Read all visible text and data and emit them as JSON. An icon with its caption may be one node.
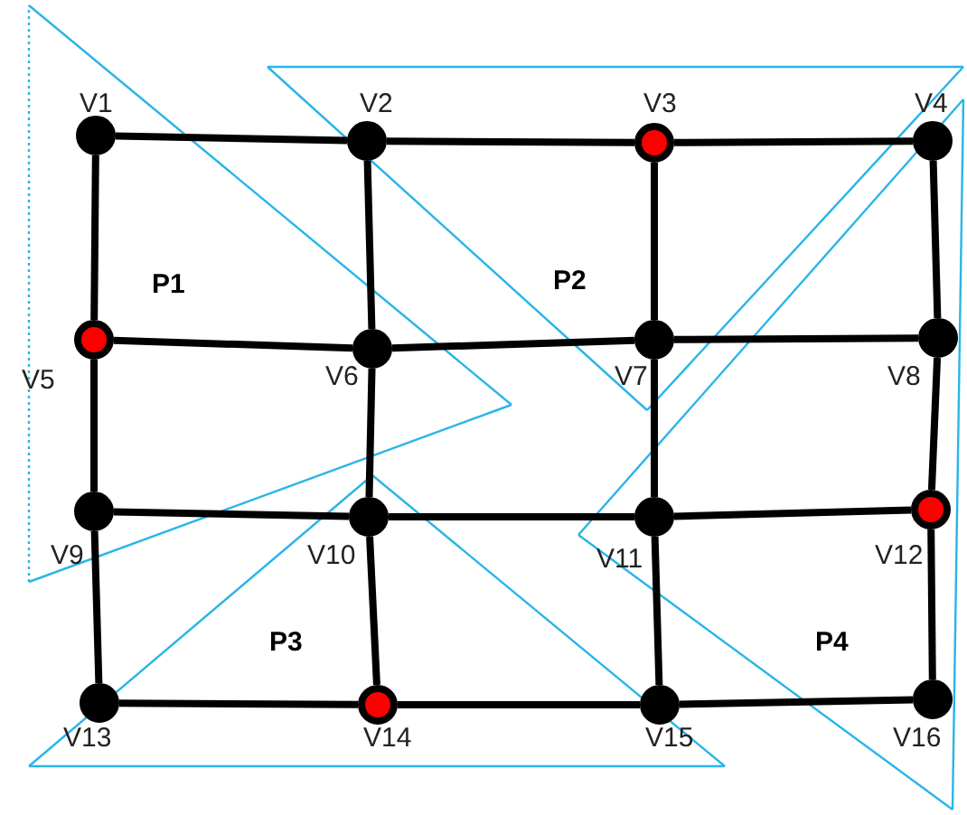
{
  "diagram": {
    "nodes": [
      {
        "text": [],
        "shape": "circle",
        "beside": [
          "V1"
        ]
      },
      {
        "text": [],
        "shape": "circle",
        "beside": [
          "V2"
        ]
      },
      {
        "text": [],
        "shape": "circle",
        "beside": [
          "V3"
        ]
      },
      {
        "text": [],
        "shape": "circle",
        "beside": [
          "V4"
        ]
      },
      {
        "text": [],
        "shape": "circle",
        "beside": [
          "V5"
        ]
      },
      {
        "text": [],
        "shape": "circle",
        "beside": [
          "V6"
        ]
      },
      {
        "text": [],
        "shape": "circle",
        "beside": [
          "V7"
        ]
      },
      {
        "text": [],
        "shape": "circle",
        "beside": [
          "V8"
        ]
      },
      {
        "text": [],
        "shape": "circle",
        "beside": [
          "V9"
        ]
      },
      {
        "text": [],
        "shape": "circle",
        "beside": [
          "V10"
        ]
      },
      {
        "text": [],
        "shape": "circle",
        "beside": [
          "V11"
        ]
      },
      {
        "text": [],
        "shape": "circle",
        "beside": [
          "V12"
        ]
      },
      {
        "text": [],
        "shape": "circle",
        "beside": [
          "V13"
        ]
      },
      {
        "text": [],
        "shape": "circle",
        "beside": [
          "V14"
        ]
      },
      {
        "text": [],
        "shape": "circle",
        "beside": [
          "V15"
        ]
      },
      {
        "text": [],
        "shape": "circle",
        "beside": [
          "V16"
        ]
      }
    ],
    "edges": [
      {
        "from": 0,
        "to": 1,
        "arrow": "none"
      },
      {
        "from": 1,
        "to": 2,
        "arrow": "none"
      },
      {
        "from": 2,
        "to": 3,
        "arrow": "none"
      },
      {
        "from": 0,
        "to": 4,
        "arrow": "none"
      },
      {
        "from": 1,
        "to": 5,
        "arrow": "none"
      },
      {
        "from": 2,
        "to": 6,
        "arrow": "none"
      },
      {
        "from": 3,
        "to": 7,
        "arrow": "none"
      },
      {
        "from": 4,
        "to": 5,
        "arrow": "none"
      },
      {
        "from": 5,
        "to": 6,
        "arrow": "none"
      },
      {
        "from": 6,
        "to": 7,
        "arrow": "none"
      },
      {
        "from": 4,
        "to": 8,
        "arrow": "none"
      },
      {
        "from": 5,
        "to": 9,
        "arrow": "none"
      },
      {
        "from": 6,
        "to": 10,
        "arrow": "none"
      },
      {
        "from": 7,
        "to": 11,
        "arrow": "none"
      },
      {
        "from": 8,
        "to": 9,
        "arrow": "none"
      },
      {
        "from": 9,
        "to": 10,
        "arrow": "none"
      },
      {
        "from": 10,
        "to": 11,
        "arrow": "none"
      },
      {
        "from": 8,
        "to": 12,
        "arrow": "none"
      },
      {
        "from": 9,
        "to": 13,
        "arrow": "none"
      },
      {
        "from": 10,
        "to": 14,
        "arrow": "none"
      },
      {
        "from": 11,
        "to": 15,
        "arrow": "none"
      },
      {
        "from": 12,
        "to": 13,
        "arrow": "none"
      },
      {
        "from": 13,
        "to": 14,
        "arrow": "none"
      },
      {
        "from": 14,
        "to": 15,
        "arrow": "none"
      }
    ],
    "labels": [
      "P1",
      "P2",
      "P3",
      "P4"
    ]
  }
}
